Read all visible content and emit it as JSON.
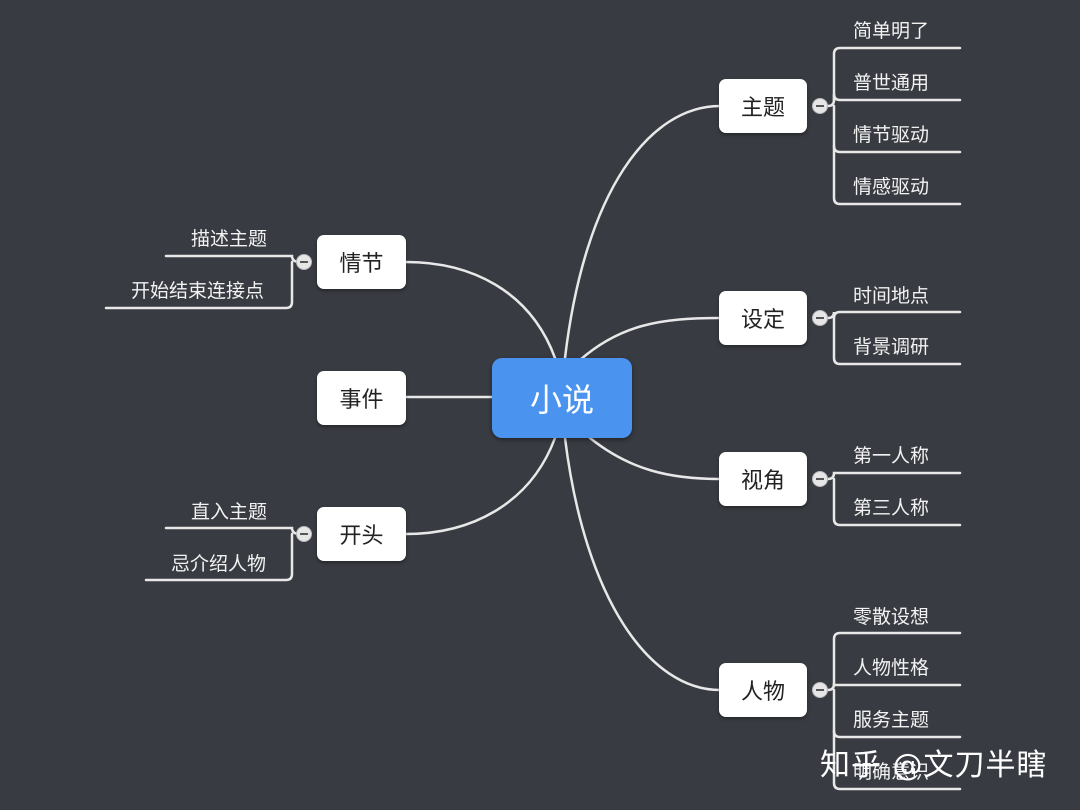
{
  "center": {
    "label": "小说"
  },
  "branches": {
    "zhuti": {
      "label": "主题",
      "children": [
        "简单明了",
        "普世通用",
        "情节驱动",
        "情感驱动"
      ]
    },
    "sheding": {
      "label": "设定",
      "children": [
        "时间地点",
        "背景调研"
      ]
    },
    "shijiao": {
      "label": "视角",
      "children": [
        "第一人称",
        "第三人称"
      ]
    },
    "renwu": {
      "label": "人物",
      "children": [
        "零散设想",
        "人物性格",
        "服务主题",
        "明确意识"
      ]
    },
    "qingjie": {
      "label": "情节",
      "children": [
        "描述主题",
        "开始结束连接点"
      ]
    },
    "shijian": {
      "label": "事件"
    },
    "kaitou": {
      "label": "开头",
      "children": [
        "直入主题",
        "忌介绍人物"
      ]
    }
  },
  "watermark": "知乎 @文刀半瞎",
  "colors": {
    "background": "#383b41",
    "center": "#4a94f0",
    "node": "#ffffff",
    "line": "#e8e8e8"
  }
}
